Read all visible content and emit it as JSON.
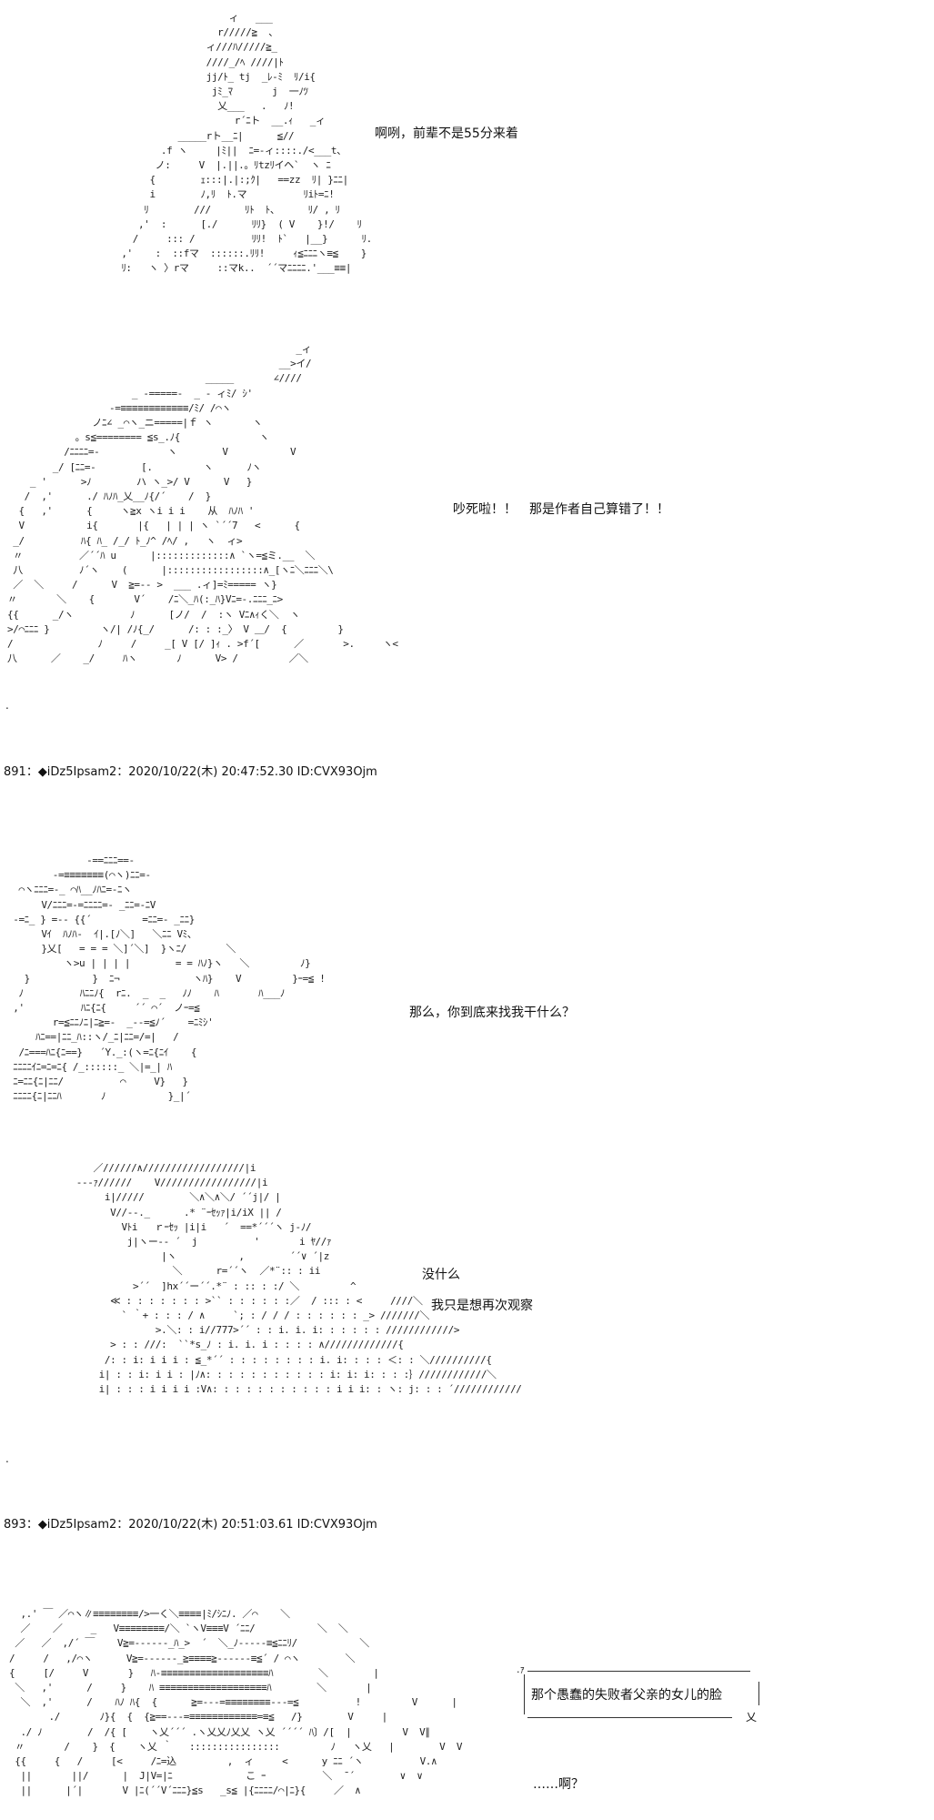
{
  "art": {
    "a1": "                         ィ   ___\n                       r/////≧  、\n                     ィ///ﾊ/////≧_\n                     ////_/ﾍ ////|ﾄ\n                     jj/ﾄ_ tj  _ﾚ-ﾐ  ﾘ/i{\n                      jﾐ_ﾏ       j  一ﾉﾂ\n                       乂___   .   ﾉ!\n                          r´ﾆト  __.ｨ   _ィ\n                _____rト__ﾆ|      ≦//\n             .f ヽ     |ﾐ||  ﾆ=-ィ::::./<___t、\n            ノ:     V  |.||.。ﾘtzﾘイヘ`  ヽ ﾆ\n           {        ｪ:::|.|:;ｸ|   ==zz  ﾘ| }ﾆﾆ|\n           i        ﾉ,ﾘ  ﾄ.マ          ﾘiﾄ=ﾆ!\n          ﾘ        ///      ﾘﾄ  ﾄ、     ﾘ/ , ﾘ\n         ,'  :      [./      ﾘﾘ}  ( V    }!/    ﾘ\n        /     ::: /          ﾘﾘ!  ﾄ`   |__}      ﾘ.\n      ,'    :  ::fマ  ::::::.ﾘﾘ!     ｨ≦ﾆﾆﾆヽ≡≦    }\n      ﾘ:   ヽ 〉rマ     ::マk..  ´´マﾆﾆﾆﾆ.'___≡≡|",
    "a2": "                                                   _ィ\n                                                __>イ/\n                                   _____       ∠////\n                      _ -=====-  _ - ィﾐ/ ｼ'\n                  -=≡≡≡≡≡≡≡≡≡≡≡≡/ﾐ/ /⌒ヽ\n               ノﾆ∠ _⌒ヽ_ニ=====|ｆ ヽ       ヽ\n            。s≦======== ≦s_.ﾉ{              ヽ\n          /ﾆﾆﾆﾆ=-            ヽ        V           V\n        _/ [ﾆﾆ=-        [.         ヽ      ﾉヽ\n    _ '      >ﾉ        ハ ヽ_>/ V      V   }\n   /  ,'      ./ ﾊﾉﾊ_乂__ﾉ{/´    /  }\n  {   ,'      {     ヽ≧x ヽi i i    从  ﾊﾉﾊ '\n  V           i{       |{   | | | ヽ `´´7   <      {\n _/          ﾊ{ ﾊ_ /_/ ﾄ_ﾉ^ /ﾍ/ ,   ヽ  ィ>\n 〃          ／´´ﾊ u      |:::::::::::::∧ `ヽ=≦ミ.__  ＼\n 八          ﾉ´ヽ    (      |:::::::::::::::::∧_[ヽﾆ＼ﾆﾆﾆ＼\\\n ／  ＼     /      V  ≧=-- >  ___ .ィ]=ﾐ===== ヽ}\n〃       ＼    {       V´    /ﾆ＼_ﾊ(:_ﾊ}Vﾆ=-.ﾆﾆﾆ_ﾆ>\n{{      _/ヽ          ﾉ      [ノ/  /  :ヽ Vﾆ∧ｨく＼  ヽ\n>/⌒ﾆﾆﾆ }         ヽ/| /ﾉ{_/      /: : :_〉 V ＿/  {         }\n/               ﾉ     /     _[ V [/ ]ｨ . >f´[      ／       >.     ヽ<\n八      ／    _/     ﾊヽ       ﾉ      V> /         ／＼",
    "a3": "              -==ﾆﾆﾆ==-\n        -=≡≡≡≡≡≡≡(⌒ヽ)ﾆﾆ=-\n  ⌒ヽﾆﾆﾆ=-_ ⌒ﾊ__ﾉﾊﾆ=-ﾆヽ\n      V/ﾆﾆﾆ=-=ﾆﾆﾆﾆ=- _ﾆﾆ=-ﾆV\n -=ﾆ_ } =-- {{´         =ﾆﾆ=- _ﾆﾆ}\n      Vｲ  ﾊﾉﾊ-  ｲ|.[ﾉ＼]   ＼ﾆﾆ Vﾐ、\n      }乂[   = = = ＼]´＼]  }ヽﾆ/       ＼\n          ヽ>u | | | |        = = ﾊﾉ}ヽ   ＼         ﾉ}\n   }           }  ﾆ¬             ヽﾊ}    V         }ｰ=≦ !\n  ﾉ          ﾊﾆﾆﾉ{  rﾆ.  _  _   ﾉﾉ    ﾊ       ﾊ___ﾉ\n ,'          ﾊﾆ{ﾆ{     ´´ ⌒´  ノｰ=≦\n        r=≦ﾆﾆﾉﾆ|ﾆ≧=-  _--=≦ﾉ´    =ﾆﾐｼ'\n     ﾊﾆ==|ﾆﾆ_ﾊ::ヽ/_ﾆ|ﾆﾆ=/=|   /\n  /ﾆ===ﾊﾆ{ﾆ==}   ´Y._:(ヽ=ﾆ{ﾆｲ    {\n ﾆﾆﾆﾆｲﾆ=ﾆ=ﾆ{ /_::::::_ ＼|=_| ﾊ\n ﾆ=ﾆﾆ{ﾆ|ﾆﾆ/          ⌒     V}   }\n ﾆﾆﾆﾆ{ﾆ|ﾆﾆﾊ       ﾉ           }_|´",
    "a4": "           ／//////∧//////////////////|i\n        ---ｧ//////    V/////////////////|i\n             i|/////        ＼∧＼∧＼/ ´´j|/ |\n              V//--._      .* ¨ｰｾｯｧ|i/iX || /\n                Vﾄi   ｒｰｾｯ |i|i   ´  ==*´´´ヽ j-ﾉ/\n                 j|ヽー-- ´  j          '       i ﾔ//ｧ\n                       |ヽ           ,        ´´∨ ´|z\n                         ＼      r=´´ヽ  ／*¨:: : ii\n                  >´´  ]hx´´ー´´.*¨ : :: : :/ ＼         ^\n              ≪ : : : : : : : >`` : : : : : :／  / ::: : <     ////＼\n                ` ｀+ : : : / ∧     `; : / / / : : : : : : _> ///////＼\n                      >.＼: : i//777>´´ : : i. i. i: : : : : : ////////////>\n              > : : ///:  ``*s_ﾉ : i. i. i : : : : ∧/////////////{\n             /: : i: i i i : ≦_*´´ : : : : : : : : i. i: : : : ＜: : ＼//////////{\n            i| : : i: i i : |ﾉ∧: : : : : : : : : : : i: i: i: : : :｝////////////＼\n            i| : : : i i i i :V∧: : : : : : : : : : : i i i: : ヽ: j: : : ´////////////",
    "a5": "  ,.' ￣ ／⌒ヽ∥≡≡≡≡≡≡≡≡/>一く＼≡≡≡≡|ﾐ/ｼﾆﾉ. ／⌒    ＼\n  ／    ／     _   V≡≡≡≡≡≡≡≡/＼ `ヽV≡≡≡V ´ﾆﾆ/           ＼  ＼\n ／   ／  ,/´ ￣    V≧=------_ﾊ_>  ´  ＼_ﾉ-----≡≦ﾆﾆﾘ/           ＼\n/     /   ,/⌒ヽ      V≧=------_≧≡≡≡≡≧------≡≦´ / ⌒ヽ        ＼\n{     [/     V       }   ﾊ-≡≡≡≡≡≡≡≡≡≡≡≡≡≡≡≡≡≡≡ﾊ        ＼        |\n ＼   ,'      /     }    ﾊ ≡≡≡≡≡≡≡≡≡≡≡≡≡≡≡≡≡≡≡ﾊ        ＼       |\n  ＼  ,'      /    ﾊﾉ ﾊ{  {      ≧=---=≡≡≡≡≡≡≡≡---=≦          !         V      |\n       ./       ﾉ}{  {  {≧==---=≡≡≡≡≡≡≡≡≡≡≡≡=≡≦   /}        V     |\n  ./ ﾉ        /  /{ [    ヽ乂´´´ .ヽ乂乂ﾉ乂乂 ヽ乂 ´´´´ ﾊ〕/[  |         V  V∥\n 〃       /    }  {    ヽ乂 ｀   ::::::::::::::::         ﾉ   ヽ乂   |        V  V\n {{     {   /     [<     /ﾆ=込         ,  ィ     <      y ﾆﾆ ´ヽ          V.∧\n  ||       ||/      |  J|V=|ﾆ             こ ｰ          ＼  ̄ ´        ∨  ∨\n  ||      |´|       V |ﾆ(´´V´ﾆﾆﾆ}≦s   _s≦ |{ﾆﾆﾆﾆ/⌒|ﾆ}{     ／  ∧"
  },
  "dialogs": {
    "d1": "啊咧，前辈不是55分来着",
    "d2": "吵死啦！！　那是作者自己算错了！！",
    "d3": "那么，你到底来找我干什么？",
    "d4": "没什么",
    "d5": "我只是想再次观察",
    "d6": "那个愚蠢的失败者父亲的女儿的脸",
    "d7": "……啊？"
  },
  "frame": {
    "corner_tl": ".ｧ",
    "corner_br": "乂"
  },
  "headers": {
    "h1": "891：◆iDz5Ipsam2：2020/10/22(木) 20:47:52.30 ID:CVX93Ojm",
    "h2": "893：◆iDz5Ipsam2：2020/10/22(木) 20:51:03.61 ID:CVX93Ojm"
  },
  "marks": {
    "dot": "."
  }
}
